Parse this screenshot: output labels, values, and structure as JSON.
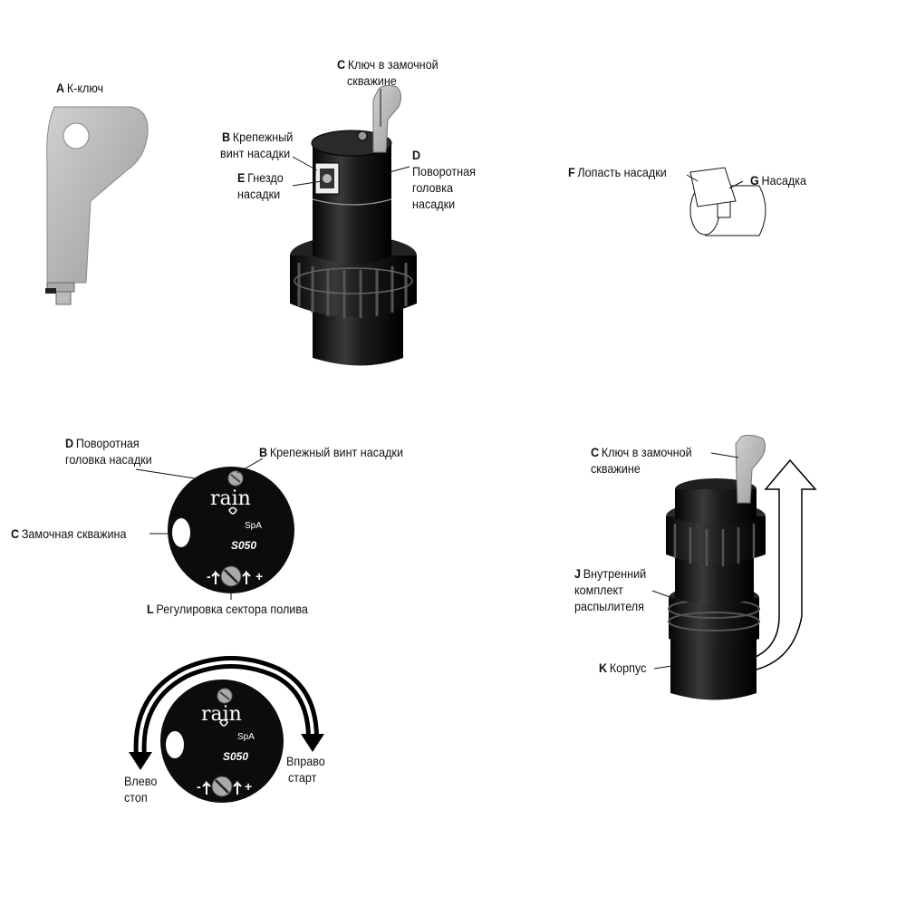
{
  "labels": {
    "key": {
      "letter": "A",
      "text": "К-ключ"
    },
    "top_keyhole_key_1": {
      "letter": "C",
      "text": "Ключ в замочной"
    },
    "top_keyhole_key_2": {
      "text": "скважине"
    },
    "top_nozzle_screw_1": {
      "letter": "B",
      "text": "Крепежный"
    },
    "top_nozzle_screw_2": {
      "text": "винт насадки"
    },
    "top_nozzle_socket_1": {
      "letter": "E",
      "text": "Гнездо"
    },
    "top_nozzle_socket_2": {
      "text": "насадки"
    },
    "top_turret_1": {
      "letter": "D",
      "text": ""
    },
    "top_turret_2": {
      "text": "Поворотная"
    },
    "top_turret_3": {
      "text": "головка"
    },
    "top_turret_4": {
      "text": "насадки"
    },
    "nozzle_blade": {
      "letter": "F",
      "text": "Лопасть насадки"
    },
    "nozzle": {
      "letter": "G",
      "text": "Насадка"
    },
    "mid_turret_1": {
      "letter": "D",
      "text": "Поворотная"
    },
    "mid_turret_2": {
      "text": "головка насадки"
    },
    "mid_screw": {
      "letter": "B",
      "text": "Крепежный винт насадки"
    },
    "mid_keyhole": {
      "letter": "C",
      "text": "Замочная скважина"
    },
    "arc_adjust": {
      "letter": "L",
      "text": "Регулировка сектора полива"
    },
    "right_key_1": {
      "letter": "C",
      "text": "Ключ в замочной"
    },
    "right_key_2": {
      "text": "скважине"
    },
    "inner_assembly_1": {
      "letter": "J",
      "text": "Внутренний"
    },
    "inner_assembly_2": {
      "text": "комплект"
    },
    "inner_assembly_3": {
      "text": "распылителя"
    },
    "body": {
      "letter": "K",
      "text": "Корпус"
    },
    "left_stop_1": {
      "text": "Влево"
    },
    "left_stop_2": {
      "text": "стоп"
    },
    "right_start_1": {
      "text": "Вправо"
    },
    "right_start_2": {
      "text": "старт"
    }
  },
  "logo": {
    "brand": "rain",
    "suffix": "SpA",
    "model": "S050"
  },
  "dial_marks": {
    "minus": "-",
    "plus": "+"
  },
  "colors": {
    "body": "#1a1a1a",
    "key": "#b8b8b8",
    "line": "#111111",
    "arrow_fill": "#ffffff"
  }
}
